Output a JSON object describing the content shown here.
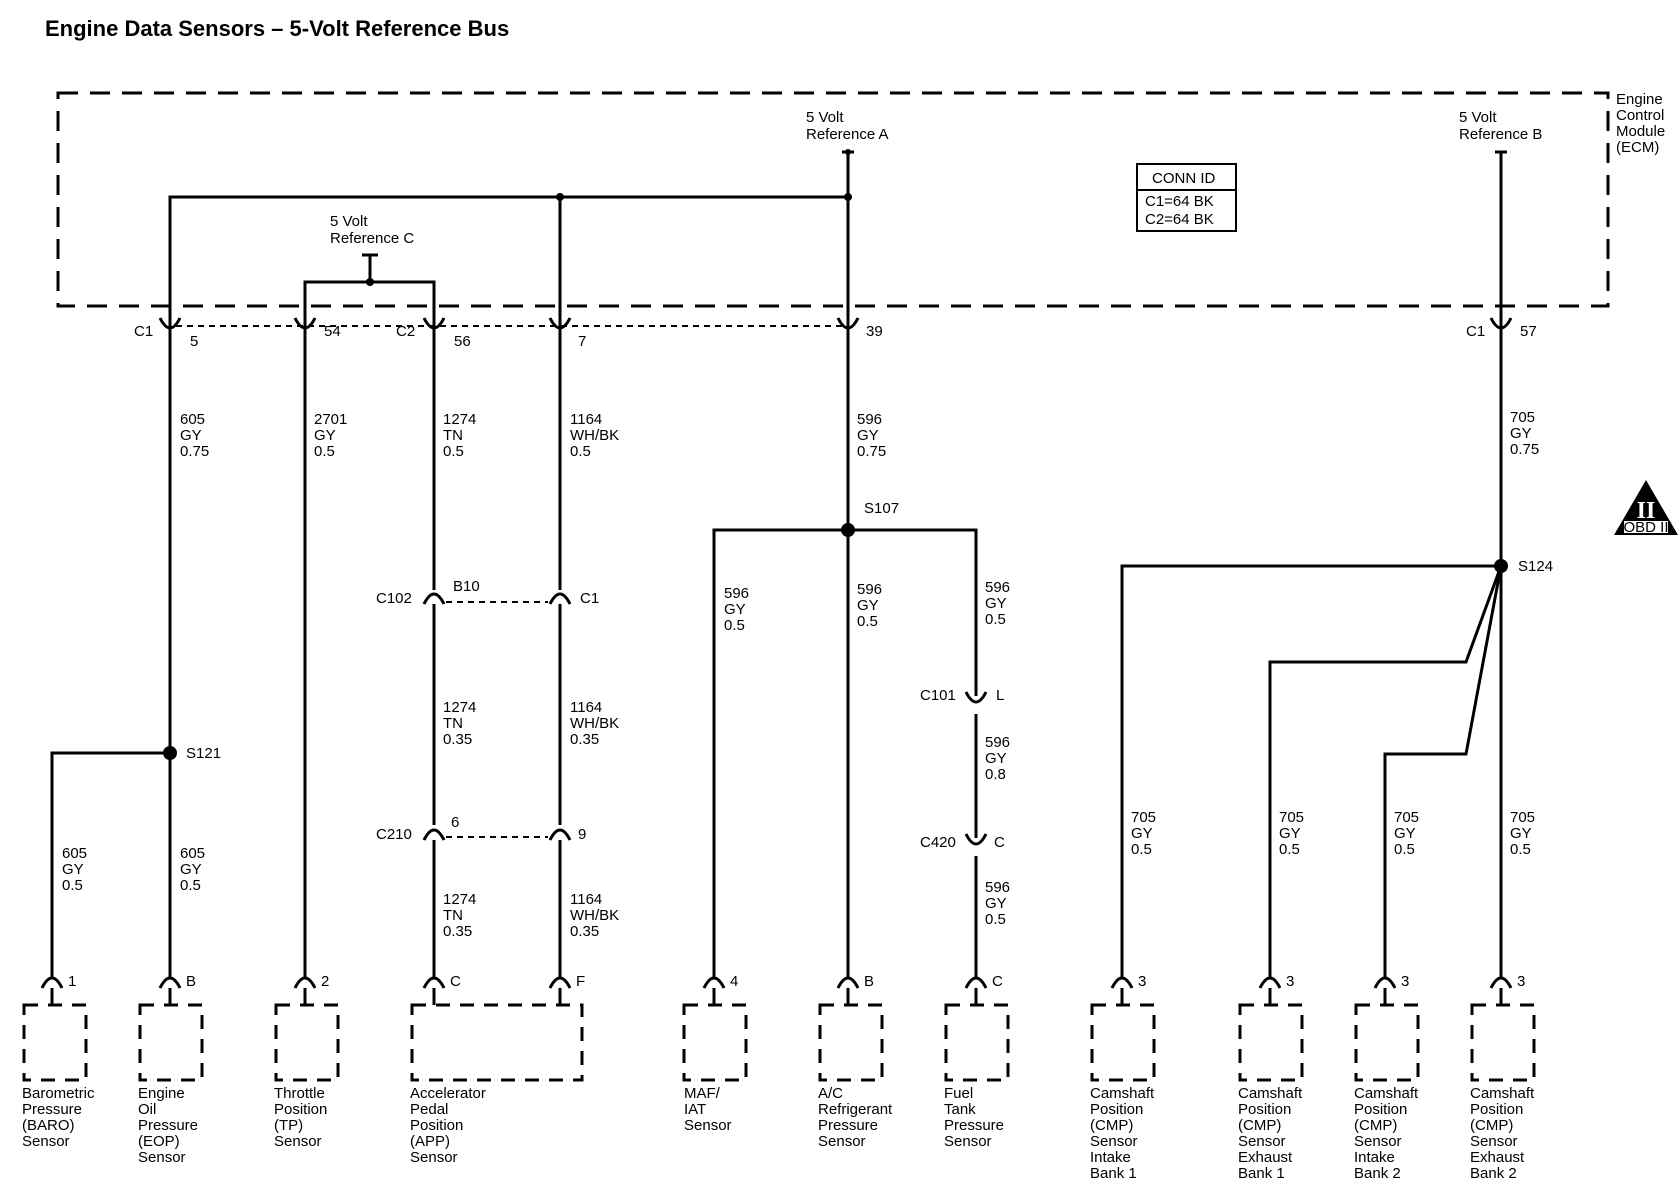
{
  "title": "Engine Data Sensors – 5-Volt Reference Bus",
  "ecm_label": [
    "Engine",
    "Control",
    "Module",
    "(ECM)"
  ],
  "ref_a": [
    "5 Volt",
    "Reference A"
  ],
  "ref_b": [
    "5 Volt",
    "Reference B"
  ],
  "ref_c": [
    "5 Volt",
    "Reference C"
  ],
  "conn_id": {
    "header": "CONN ID",
    "c1": "C1=64 BK",
    "c2": "C2=64 BK"
  },
  "obd_badge": {
    "symbol": "II",
    "text": "OBD II"
  },
  "ecm_pins": [
    {
      "conn": "C1",
      "pin": "5"
    },
    {
      "conn": "",
      "pin": "54"
    },
    {
      "conn": "C2",
      "pin": "56"
    },
    {
      "conn": "",
      "pin": "7"
    },
    {
      "conn": "",
      "pin": "39"
    },
    {
      "conn": "C1",
      "pin": "57"
    }
  ],
  "wires": {
    "w605a": [
      "605",
      "GY",
      "0.75"
    ],
    "w2701": [
      "2701",
      "GY",
      "0.5"
    ],
    "w1274a": [
      "1274",
      "TN",
      "0.5"
    ],
    "w1164a": [
      "1164",
      "WH/BK",
      "0.5"
    ],
    "w596a": [
      "596",
      "GY",
      "0.75"
    ],
    "w705a": [
      "705",
      "GY",
      "0.75"
    ],
    "w1274b": [
      "1274",
      "TN",
      "0.35"
    ],
    "w1164b": [
      "1164",
      "WH/BK",
      "0.35"
    ],
    "w1274c": [
      "1274",
      "TN",
      "0.35"
    ],
    "w1164c": [
      "1164",
      "WH/BK",
      "0.35"
    ],
    "w605b": [
      "605",
      "GY",
      "0.5"
    ],
    "w605c": [
      "605",
      "GY",
      "0.5"
    ],
    "w596b": [
      "596",
      "GY",
      "0.5"
    ],
    "w596c": [
      "596",
      "GY",
      "0.5"
    ],
    "w596d": [
      "596",
      "GY",
      "0.5"
    ],
    "w596e": [
      "596",
      "GY",
      "0.8"
    ],
    "w596f": [
      "596",
      "GY",
      "0.5"
    ],
    "w705b": [
      "705",
      "GY",
      "0.5"
    ],
    "w705c": [
      "705",
      "GY",
      "0.5"
    ],
    "w705d": [
      "705",
      "GY",
      "0.5"
    ],
    "w705e": [
      "705",
      "GY",
      "0.5"
    ]
  },
  "splices": {
    "s107": "S107",
    "s121": "S121",
    "s124": "S124"
  },
  "inline": {
    "c102": "C102",
    "b10": "B10",
    "c1_inline": "C1",
    "c210": "C210",
    "p6": "6",
    "p9": "9",
    "c101": "C101",
    "pL": "L",
    "c420": "C420",
    "pC": "C"
  },
  "sensor_pins": [
    "1",
    "B",
    "2",
    "C",
    "F",
    "4",
    "B",
    "C",
    "3",
    "3",
    "3",
    "3"
  ],
  "sensors": [
    [
      "Barometric",
      "Pressure",
      "(BARO)",
      "Sensor"
    ],
    [
      "Engine",
      "Oil",
      "Pressure",
      "(EOP)",
      "Sensor"
    ],
    [
      "Throttle",
      "Position",
      "(TP)",
      "Sensor"
    ],
    [
      "Accelerator",
      "Pedal",
      "Position",
      "(APP)",
      "Sensor"
    ],
    [
      "MAF/",
      "IAT",
      "Sensor"
    ],
    [
      "A/C",
      "Refrigerant",
      "Pressure",
      "Sensor"
    ],
    [
      "Fuel",
      "Tank",
      "Pressure",
      "Sensor"
    ],
    [
      "Camshaft",
      "Position",
      "(CMP)",
      "Sensor",
      "Intake",
      "Bank 1"
    ],
    [
      "Camshaft",
      "Position",
      "(CMP)",
      "Sensor",
      "Exhaust",
      "Bank 1"
    ],
    [
      "Camshaft",
      "Position",
      "(CMP)",
      "Sensor",
      "Intake",
      "Bank 2"
    ],
    [
      "Camshaft",
      "Position",
      "(CMP)",
      "Sensor",
      "Exhaust",
      "Bank 2"
    ]
  ]
}
